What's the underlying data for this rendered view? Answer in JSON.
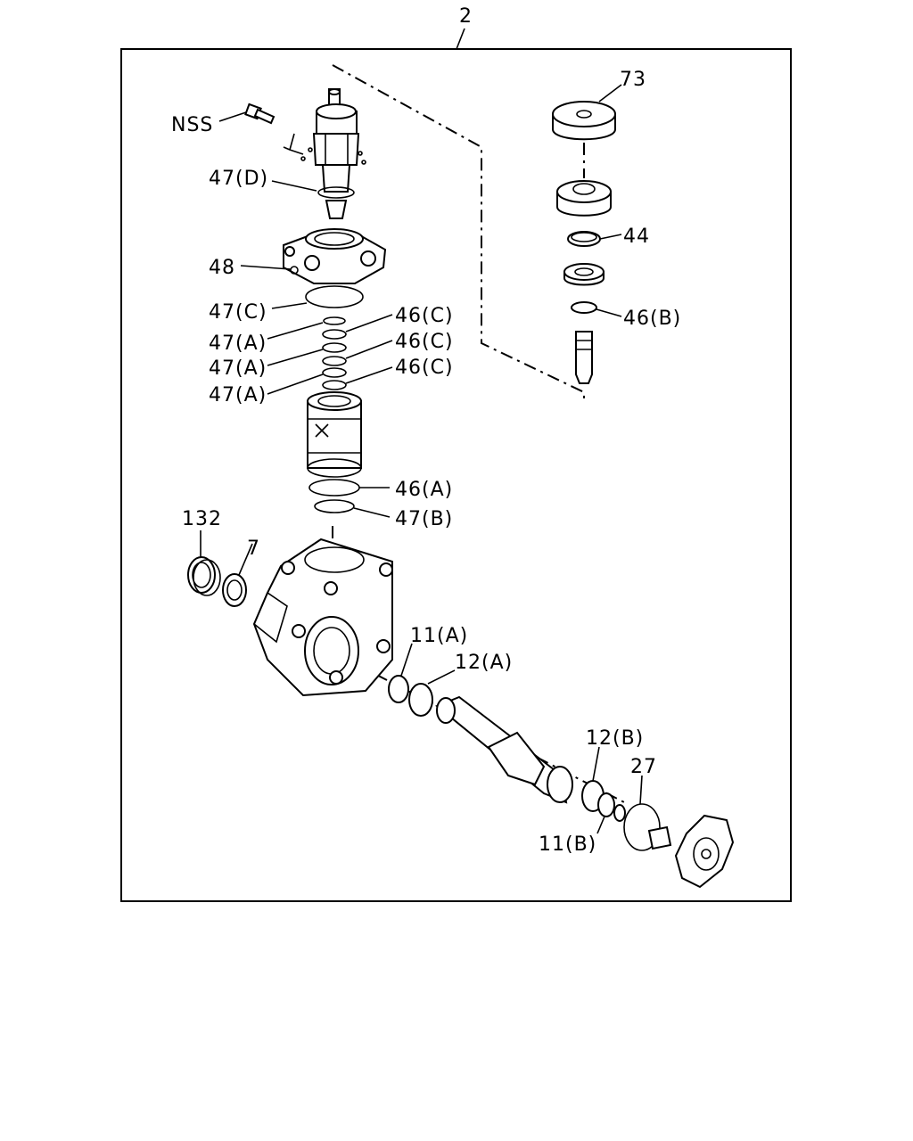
{
  "diagram": {
    "assembly_number": "2",
    "callouts": [
      {
        "id": "nss",
        "text": "NSS"
      },
      {
        "id": "p47d",
        "text": "47(D)"
      },
      {
        "id": "p48",
        "text": "48"
      },
      {
        "id": "p47c",
        "text": "47(C)"
      },
      {
        "id": "p46c_1",
        "text": "46(C)"
      },
      {
        "id": "p47a_1",
        "text": "47(A)"
      },
      {
        "id": "p46c_2",
        "text": "46(C)"
      },
      {
        "id": "p47a_2",
        "text": "47(A)"
      },
      {
        "id": "p46c_3",
        "text": "46(C)"
      },
      {
        "id": "p47a_3",
        "text": "47(A)"
      },
      {
        "id": "p46a",
        "text": "46(A)"
      },
      {
        "id": "p47b",
        "text": "47(B)"
      },
      {
        "id": "p132",
        "text": "132"
      },
      {
        "id": "p7",
        "text": "7"
      },
      {
        "id": "p11a",
        "text": "11(A)"
      },
      {
        "id": "p12a",
        "text": "12(A)"
      },
      {
        "id": "p12b",
        "text": "12(B)"
      },
      {
        "id": "p27",
        "text": "27"
      },
      {
        "id": "p11b",
        "text": "11(B)"
      },
      {
        "id": "p73",
        "text": "73"
      },
      {
        "id": "p44",
        "text": "44"
      },
      {
        "id": "p46b",
        "text": "46(B)"
      }
    ]
  }
}
